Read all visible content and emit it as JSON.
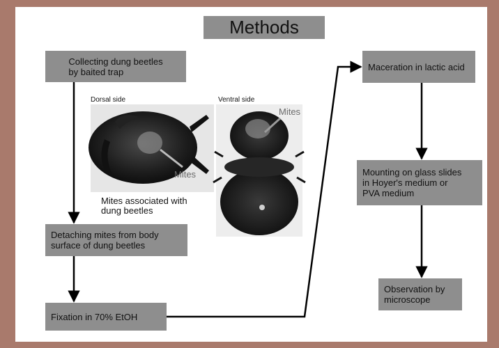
{
  "title": "Methods",
  "steps": {
    "collecting": "Collecting dung beetles\nby baited trap",
    "detaching": "Detaching mites from body\nsurface of dung beetles",
    "fixation": "Fixation in 70% EtOH",
    "maceration": "Maceration in lactic acid",
    "mounting": "Mounting on glass slides\nin Hoyer's medium or\nPVA medium",
    "observation": "Observation by\nmicroscope"
  },
  "photos": {
    "dorsal_label": "Dorsal side",
    "ventral_label": "Ventral side",
    "mites_label_dorsal": "Mites",
    "mites_label_ventral": "Mites",
    "caption": "Mites associated with\ndung beetles"
  },
  "colors": {
    "background": "#a97a6c",
    "box": "#8e8e8e",
    "arrow": "#000000"
  }
}
